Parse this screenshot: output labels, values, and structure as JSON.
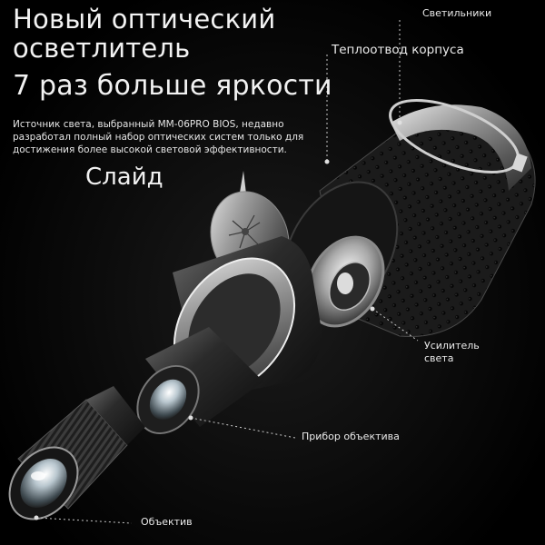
{
  "headline": {
    "line1": "Новый оптический",
    "line2": "осветлитель",
    "line3": "7 раз больше яркости"
  },
  "description": "Источник света, выбранный MM-06PRO BIOS, недавно разработал полный набор оптических систем только для достижения более высокой световой эффективности.",
  "slide_label": "Слайд",
  "callouts": {
    "lights": "Светильники",
    "heatsink": "Теплоотвод корпуса",
    "amplifier": "Усилитель света",
    "lens_device": "Прибор объектива",
    "objective": "Объектив"
  },
  "colors": {
    "background": "#000000",
    "text": "#f2f2f2",
    "leader_lines": "#c8c8c8"
  }
}
